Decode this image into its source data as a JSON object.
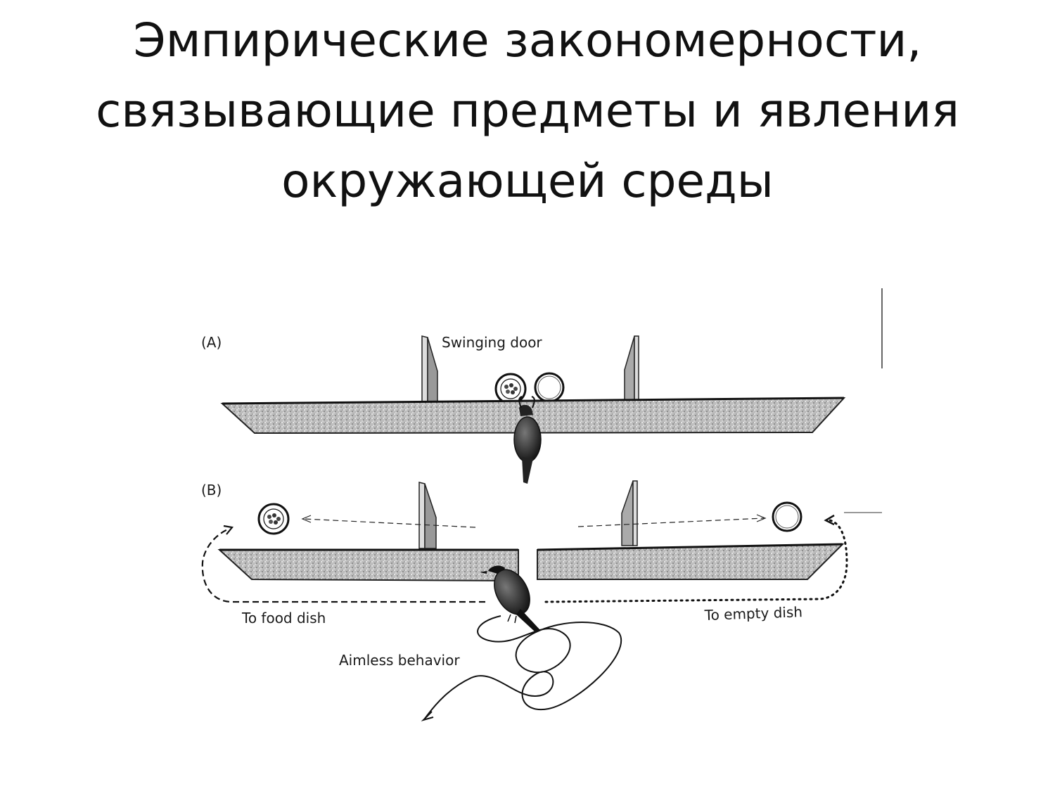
{
  "title": {
    "line1": "Эмпирические закономерности,",
    "line2": "связывающие предметы и явления",
    "line3": "окружающей среды"
  },
  "figure": {
    "panel_a": {
      "label": "(A)",
      "door_label": "Swinging door"
    },
    "panel_b": {
      "label": "(B)",
      "food_label": "To food dish",
      "empty_label": "To empty dish",
      "aimless_label": "Aimless behavior"
    }
  }
}
